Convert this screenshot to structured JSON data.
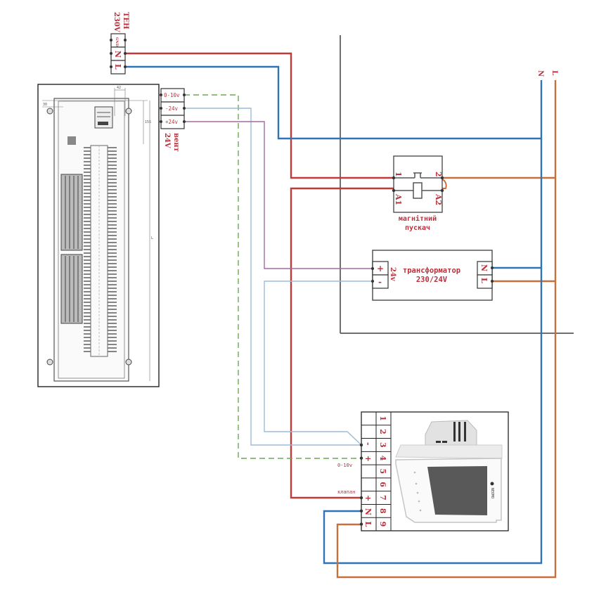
{
  "colors": {
    "phase_L": "#2f74b5",
    "neutral_N": "#c0393b",
    "mains_L_right": "#c8703a",
    "signal_0_10v": "#6aaa50",
    "minus_24v": "#9dbbd8",
    "plus_24v": "#a36ba3",
    "label_red": "#b8323c",
    "frame_gray": "#6e6e6e"
  },
  "heater": {
    "title": "ТЕН",
    "voltage": "230V",
    "terminals": [
      "GND",
      "N",
      "L"
    ]
  },
  "fan": {
    "title": "вент",
    "voltage": "24V",
    "terminals": [
      "0-10v",
      "-24v",
      "+24v"
    ]
  },
  "contactor": {
    "name_line1": "магнітний",
    "name_line2": "пускач",
    "terminals": [
      "1",
      "2",
      "A1",
      "A2"
    ]
  },
  "transformer": {
    "name_line1": "трансформатор",
    "name_line2": "230/24V",
    "low_side_label": "24v",
    "low_terminals": [
      "+",
      "-"
    ],
    "high_terminals": [
      "N",
      "L"
    ]
  },
  "mains": {
    "labels": [
      "N",
      "L"
    ]
  },
  "thermostat": {
    "numbers": [
      "1",
      "2",
      "3",
      "4",
      "5",
      "6",
      "7",
      "8",
      "9"
    ],
    "signs": [
      "",
      "",
      "-",
      "+",
      "",
      "",
      "+",
      "N",
      "L"
    ],
    "label_0_10v": "0-10v",
    "label_valve": "клапан",
    "brand": "NEOMO"
  },
  "convector_drawing": {
    "dim_top": "42",
    "dim_side": "155",
    "dim_len": "L",
    "dim_left": "30"
  }
}
